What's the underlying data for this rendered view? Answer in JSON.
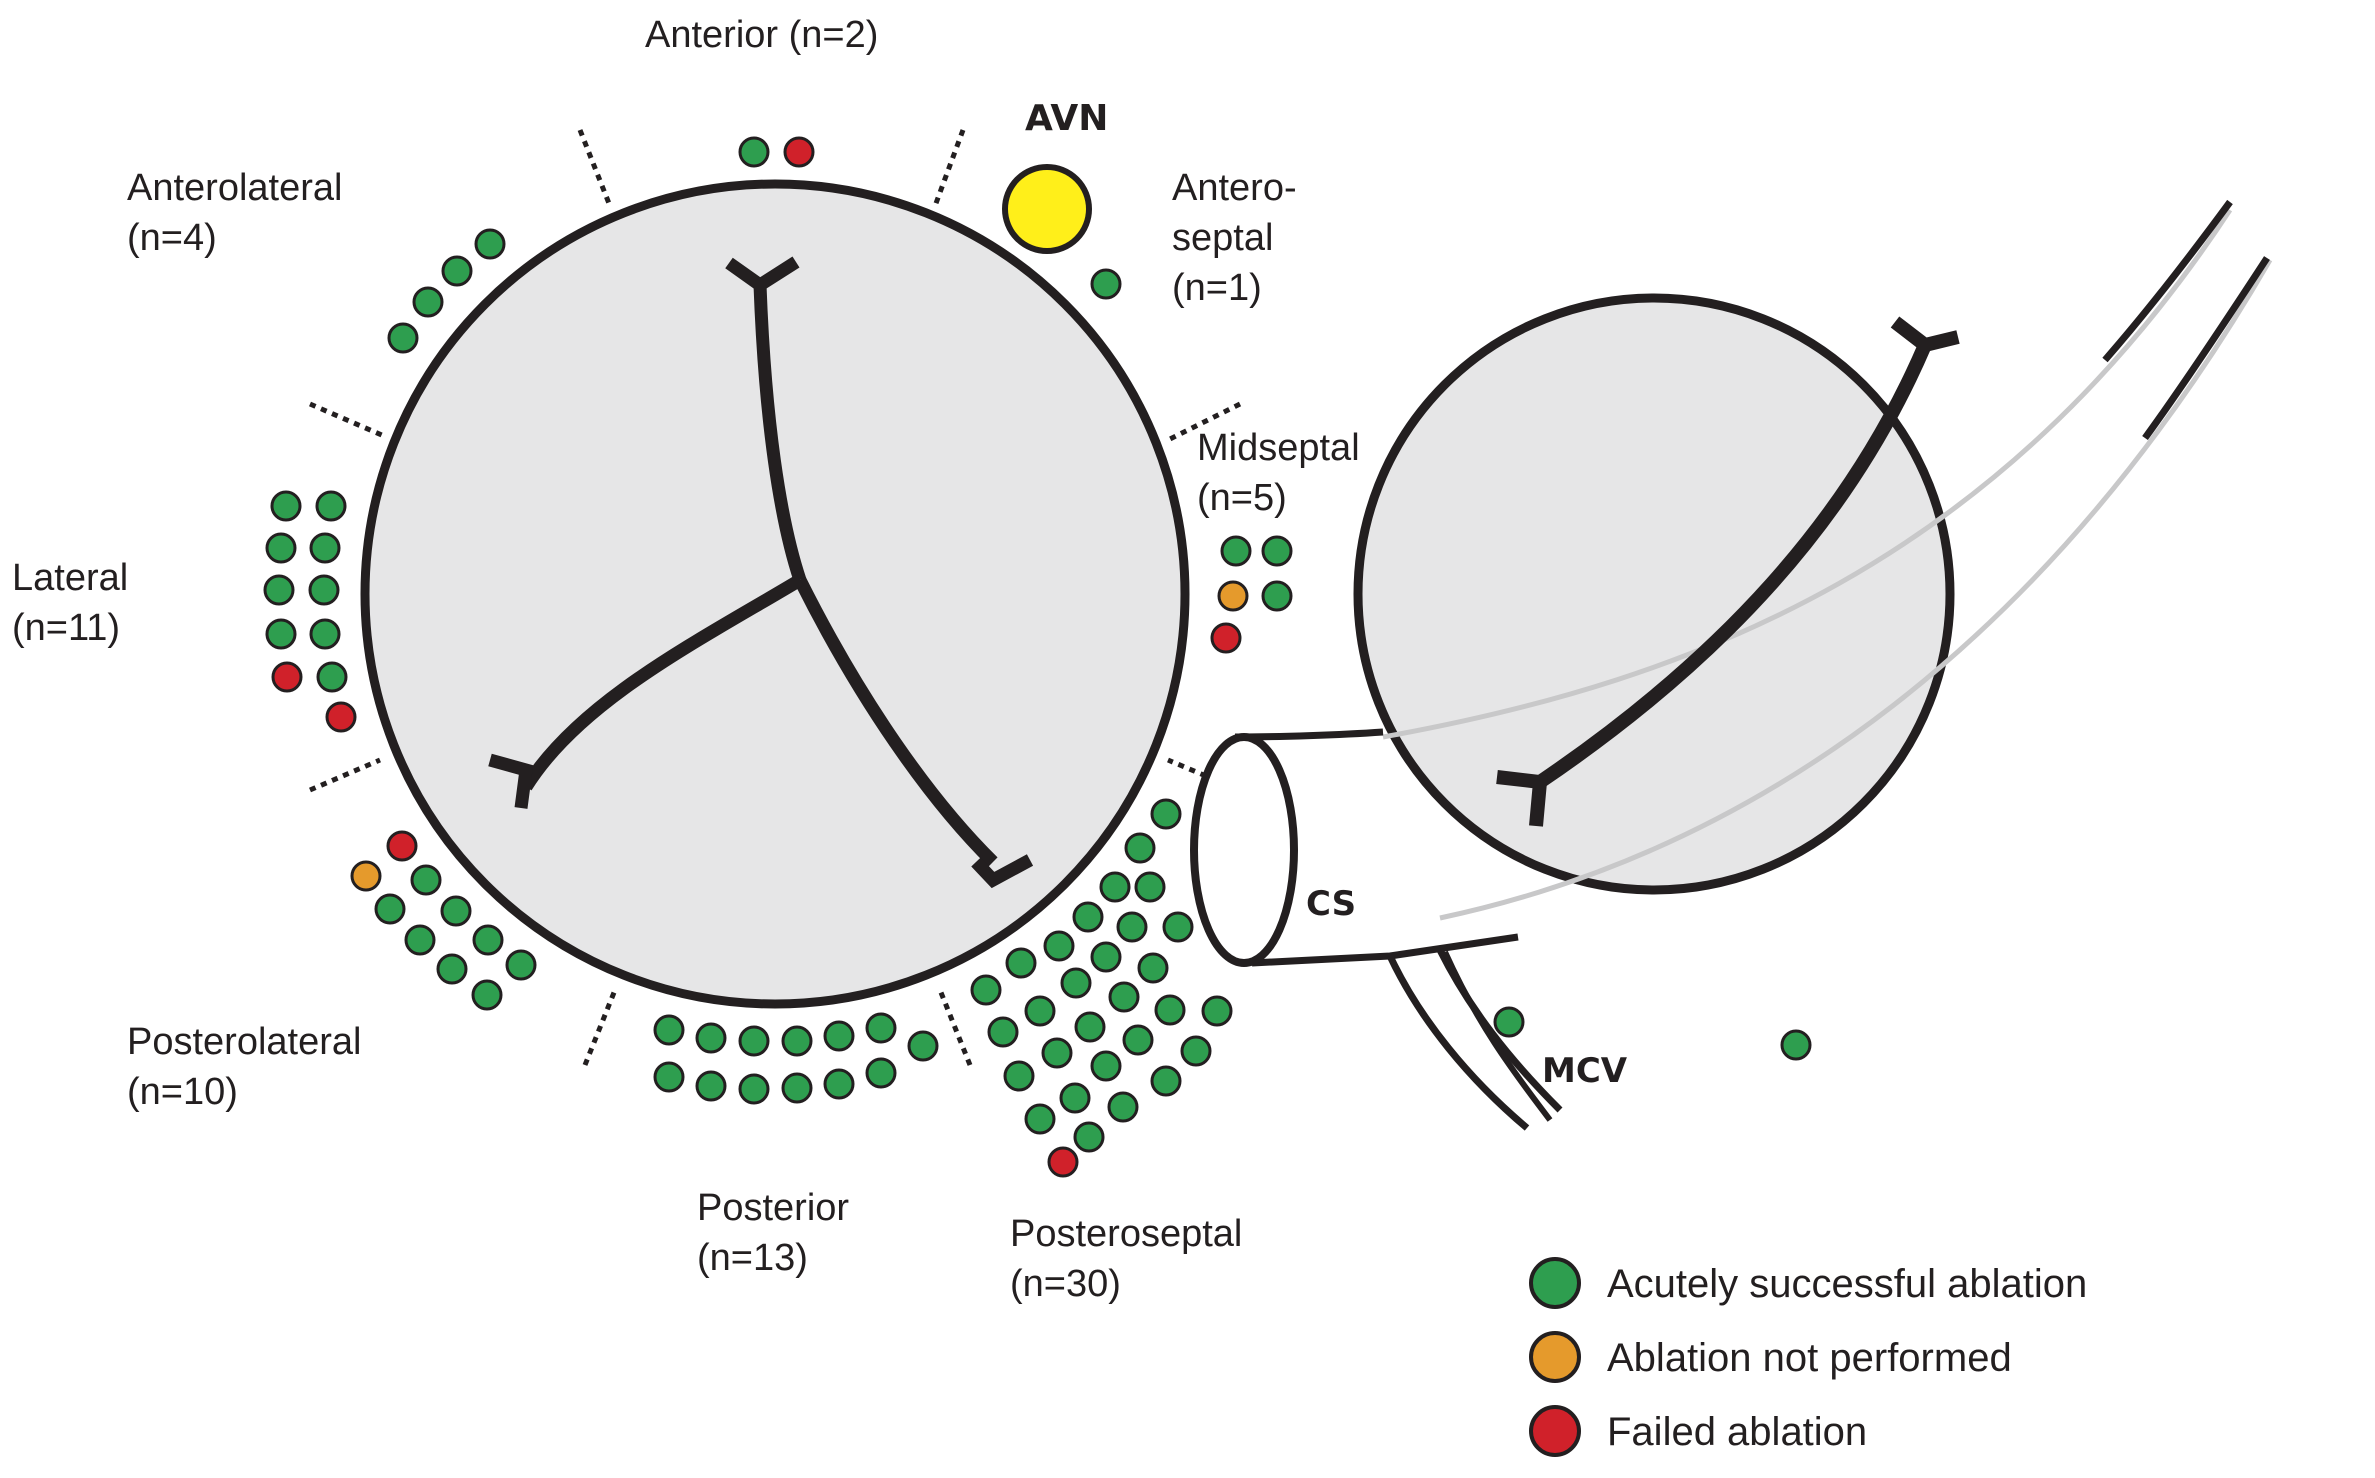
{
  "labels": {
    "anterior": [
      "Anterior (n=2)"
    ],
    "anterolateral": [
      "Anterolateral",
      "(n=4)"
    ],
    "anteroseptal": [
      "Antero-",
      "septal",
      "(n=1)"
    ],
    "midseptal": [
      "Midseptal",
      "(n=5)"
    ],
    "lateral": [
      "Lateral",
      "(n=11)"
    ],
    "posterolateral": [
      "Posterolateral",
      "(n=10)"
    ],
    "posterior": [
      "Posterior",
      "(n=13)"
    ],
    "posteroseptal": [
      "Posteroseptal",
      "(n=30)"
    ],
    "avn": "AVN",
    "cs": "CS",
    "mcv": "MCV"
  },
  "legend": [
    {
      "label": "Acutely successful ablation",
      "status": "success"
    },
    {
      "label": "Ablation not performed",
      "status": "not-performed"
    },
    {
      "label": "Failed ablation",
      "status": "failed"
    }
  ],
  "colors": {
    "success": "#2e9e4f",
    "not-performed": "#e59a2c",
    "failed": "#d0212a",
    "avn": "#ffef1a",
    "valve_fill": "#e6e6e7",
    "outline": "#231f20"
  },
  "dot_groups": [
    {
      "region": "anterior",
      "statuses": [
        "success",
        "failed"
      ]
    },
    {
      "region": "anteroseptal",
      "statuses": [
        "success"
      ]
    },
    {
      "region": "anterolateral",
      "statuses": [
        "success",
        "success",
        "success",
        "success"
      ]
    },
    {
      "region": "midseptal",
      "statuses": [
        "success",
        "success",
        "not-performed",
        "success",
        "failed"
      ]
    },
    {
      "region": "lateral",
      "statuses": [
        "success",
        "success",
        "success",
        "success",
        "success",
        "success",
        "success",
        "success",
        "failed",
        "success",
        "failed"
      ]
    },
    {
      "region": "posterolateral",
      "statuses": [
        "failed",
        "not-performed",
        "success",
        "success",
        "success",
        "success",
        "success",
        "success",
        "success",
        "success"
      ]
    },
    {
      "region": "posterior",
      "statuses": [
        "success",
        "success",
        "success",
        "success",
        "success",
        "success",
        "success",
        "success",
        "success",
        "success",
        "success",
        "success",
        "success"
      ]
    },
    {
      "region": "posteroseptal",
      "statuses": [
        "success",
        "success",
        "success",
        "success",
        "success",
        "success",
        "success",
        "success",
        "success",
        "success",
        "success",
        "success",
        "success",
        "success",
        "success",
        "success",
        "success",
        "success",
        "success",
        "success",
        "success",
        "success",
        "success",
        "success",
        "success",
        "success",
        "success",
        "success",
        "success",
        "failed"
      ]
    },
    {
      "region": "mcv",
      "statuses": [
        "success"
      ]
    },
    {
      "region": "right-valve",
      "statuses": [
        "success"
      ]
    }
  ]
}
